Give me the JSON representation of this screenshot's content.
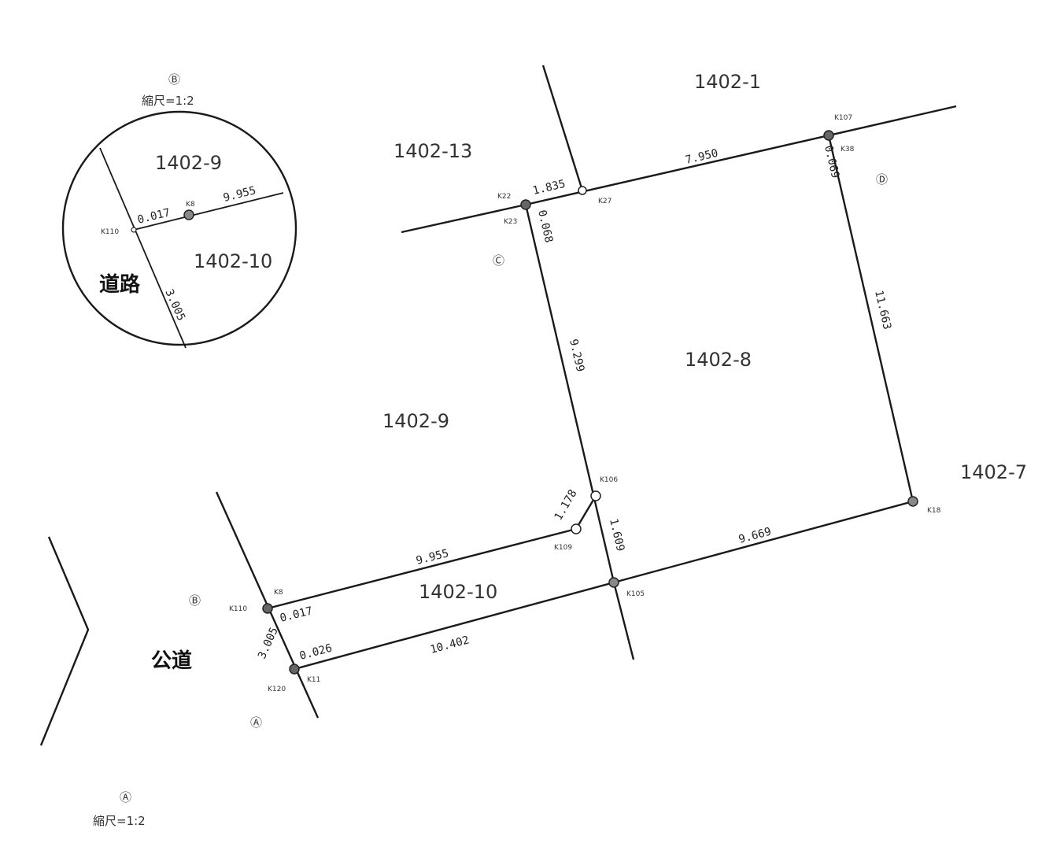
{
  "parcels": {
    "p1402_1": "1402-1",
    "p1402_13": "1402-13",
    "p1402_8": "1402-8",
    "p1402_9": "1402-9",
    "p1402_10": "1402-10",
    "p1402_7": "1402-7"
  },
  "measurements": {
    "m_1_835": "1.835",
    "m_7_950": "7.950",
    "m_0_069_right": "0.069",
    "m_0_068_left": "0.068",
    "m_9_299": "9.299",
    "m_11_663": "11.663",
    "m_1_178": "1.178",
    "m_1_609": "1.609",
    "m_9_955": "9.955",
    "m_9_669": "9.669",
    "m_0_017": "0.017",
    "m_3_005": "3.005",
    "m_0_026": "0.026",
    "m_10_402": "10.402"
  },
  "points": {
    "K22": "K22",
    "K23": "K23",
    "K27": "K27",
    "K107": "K107",
    "K38": "K38",
    "K106": "K106",
    "K109": "K109",
    "K105": "K105",
    "K18": "K18",
    "K8": "K8",
    "K110": "K110",
    "K11": "K11",
    "K120": "K120"
  },
  "markers": {
    "A": "Ⓐ",
    "B": "Ⓑ",
    "C": "Ⓒ",
    "D": "Ⓓ"
  },
  "labels": {
    "public_road": "公道",
    "road": "道路"
  },
  "inset_b": {
    "marker": "Ⓑ",
    "scale": "縮尺=1:2",
    "parcel_top": "1402-9",
    "parcel_bottom": "1402-10",
    "m_0_017": "0.017",
    "m_9_955": "9.955",
    "m_3_005": "3.005",
    "pt_K8": "K8",
    "pt_K110": "K110"
  },
  "inset_a": {
    "marker": "Ⓐ",
    "scale": "縮尺=1:2"
  }
}
